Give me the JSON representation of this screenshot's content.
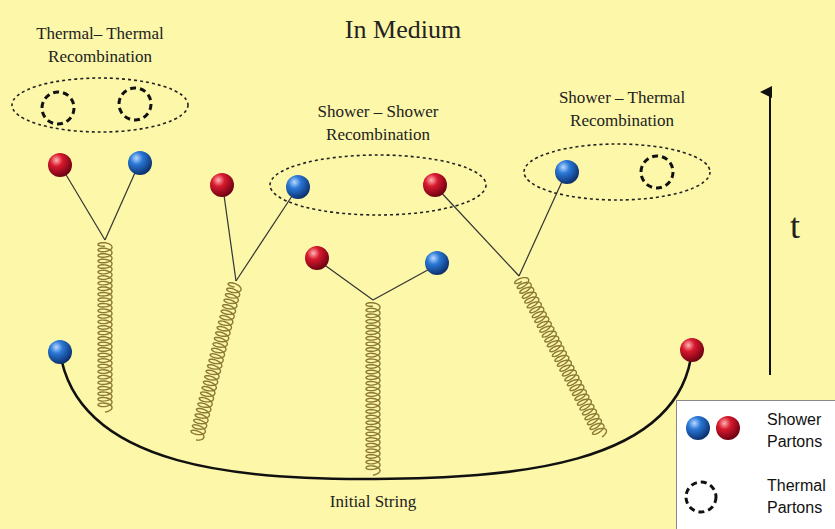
{
  "diagram": {
    "title": "In Medium",
    "nodes": [
      {
        "text": [
          "Thermal– Thermal Recombination"
        ]
      },
      {
        "text": [
          "Shower – Shower Recombination"
        ]
      },
      {
        "text": [
          "Shower – Thermal Recombination"
        ]
      }
    ],
    "labels": [
      "Initial String",
      "t"
    ],
    "legend": [
      {
        "text": "Shower Partons"
      },
      {
        "text": "Thermal Partons"
      }
    ]
  }
}
